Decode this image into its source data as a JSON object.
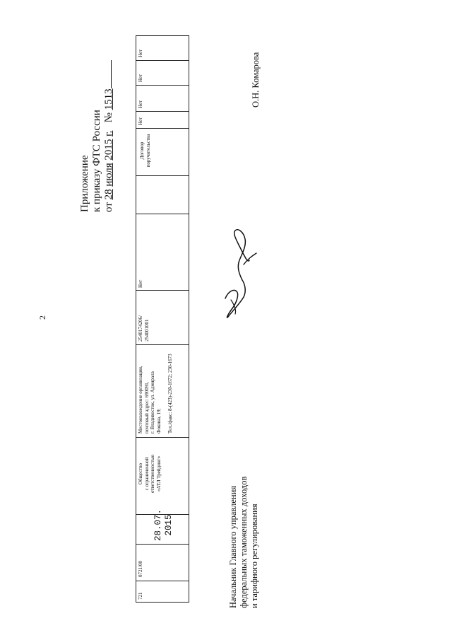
{
  "page_number": "2",
  "appendix": {
    "line1": "Приложение",
    "line2": "к приказу ФТС России",
    "prefix_from": "от",
    "day": "28",
    "month": "июля",
    "year": "2015",
    "year_suffix": "г.",
    "number_sign": "№",
    "number": "1513"
  },
  "table": {
    "row": {
      "code": "721",
      "reg_number": "0721/00",
      "date_line1": "28.07.",
      "date_line2": "2015",
      "name": [
        "Общество",
        "с ограниченной",
        "ответственностью",
        "«АТЛ Трейдинг»"
      ],
      "address": [
        "Местонахождение организации,",
        "почтовый адрес: 690091,",
        "г. Владивосток, ул. Адмирала",
        "Фокина, 19;",
        "",
        "Тел./факс: 8-(423)-230-1672; 230-1673"
      ],
      "inn_kpp": [
        "2540174206/",
        "254001001"
      ],
      "branches": "Нет",
      "blank_col": "",
      "contract": [
        "Договор",
        "поручительства"
      ],
      "flags": [
        "Нет",
        "Нет",
        "Нет",
        "Нет"
      ]
    }
  },
  "signature_block": {
    "title_lines": [
      "Начальник Главного управления",
      "федеральных таможенных доходов",
      "и тарифного регулирования"
    ],
    "name": "О.Н. Комарова"
  }
}
